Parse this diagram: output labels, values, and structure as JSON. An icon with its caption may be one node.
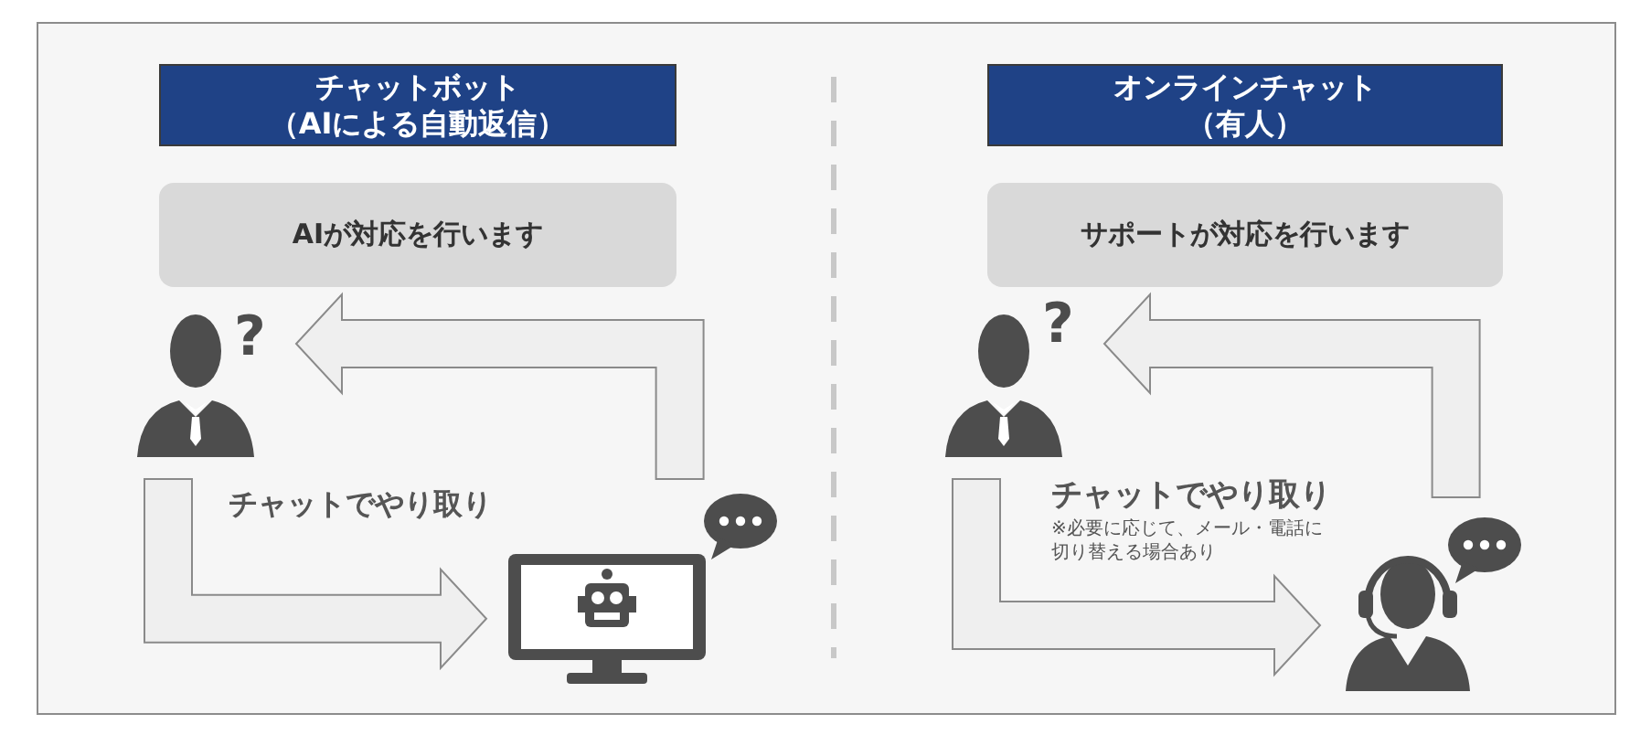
{
  "diagram": {
    "nodes": [
      {
        "text": [
          "チャットボット（AIによる自動返信）"
        ]
      },
      {
        "text": [
          "AIが対応を行います"
        ]
      },
      {
        "text": [],
        "shape": "person"
      },
      {
        "text": [],
        "shape": "computer"
      },
      {
        "text": [
          "オンラインチャット（有人）"
        ]
      },
      {
        "text": [
          "サポートが対応を行います"
        ]
      },
      {
        "text": [],
        "shape": "person"
      },
      {
        "text": [],
        "shape": "operator"
      }
    ],
    "edges": [
      {
        "from": 2,
        "to": 3,
        "arrow": "to"
      },
      {
        "from": 3,
        "to": 2,
        "arrow": "to"
      },
      {
        "from": 6,
        "to": 7,
        "arrow": "to"
      },
      {
        "from": 7,
        "to": 6,
        "arrow": "to"
      }
    ],
    "labels": [
      "?",
      "チャットでやり取り",
      "?",
      "チャットでやり取り",
      "※必要に応じて、メール・電話に切り替える場合あり"
    ]
  }
}
